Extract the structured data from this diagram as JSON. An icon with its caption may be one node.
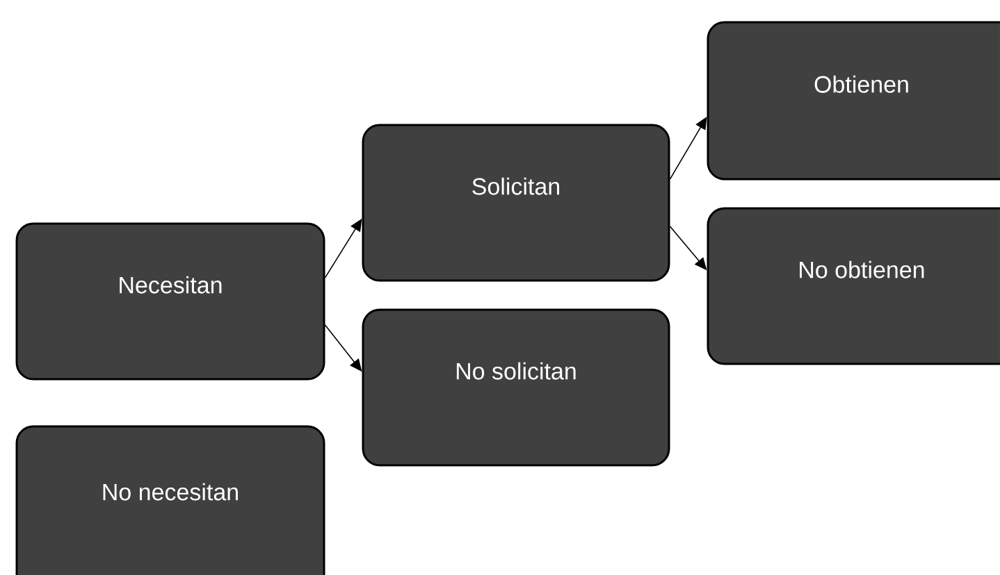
{
  "diagram": {
    "nodes": [
      {
        "text": [
          "Necesitan"
        ]
      },
      {
        "text": [
          "Solicitan"
        ]
      },
      {
        "text": [
          "No solicitan"
        ]
      },
      {
        "text": [
          "Obtienen"
        ]
      },
      {
        "text": [
          "No obtienen"
        ]
      },
      {
        "text": [
          "No necesitan"
        ]
      }
    ],
    "edges": [
      {
        "from": 0,
        "to": 1,
        "arrow": "to"
      },
      {
        "from": 0,
        "to": 2,
        "arrow": "to"
      },
      {
        "from": 1,
        "to": 3,
        "arrow": "to"
      },
      {
        "from": 1,
        "to": 4,
        "arrow": "to"
      }
    ]
  }
}
